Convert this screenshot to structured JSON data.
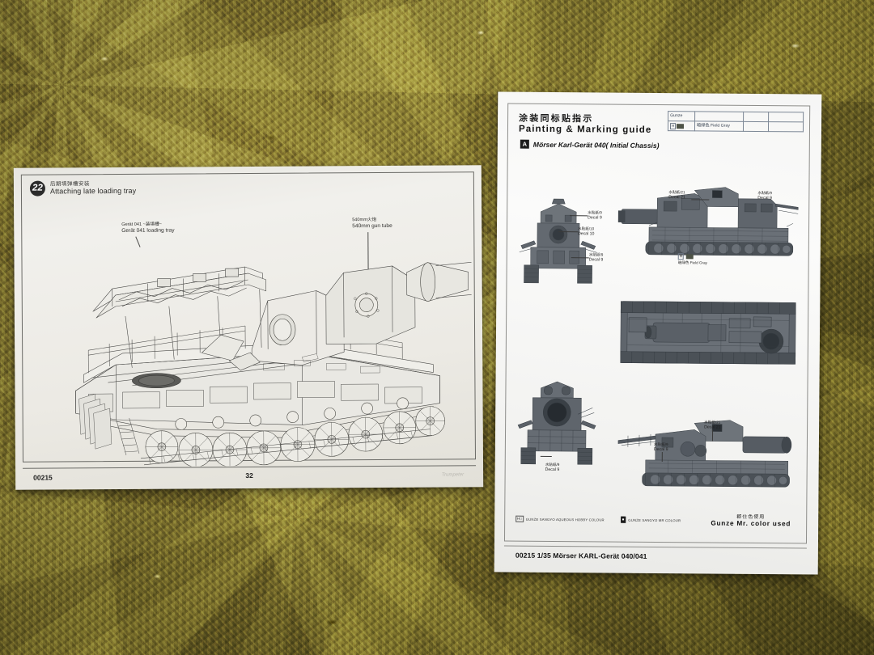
{
  "scene": {
    "description": "Two model-kit instruction sheets lying on an olive shag carpet",
    "background_color": "#8a8247"
  },
  "left_sheet": {
    "name": "assembly-instruction-page",
    "step": {
      "number": "22",
      "title_cn": "后期填弹槽安装",
      "title_en": "Attaching late loading tray"
    },
    "callouts": [
      {
        "cn": "Gerät 041  ~装填槽~",
        "en": "Gerät 041 loading tray"
      },
      {
        "cn": "540mm火炮",
        "en": "540mm gun tube"
      }
    ],
    "footer": {
      "kit_number": "00215",
      "page_number": "32",
      "signature": "Trumpeter"
    }
  },
  "right_sheet": {
    "name": "painting-marking-guide-page",
    "header": {
      "title_cn": "涂装同标贴指示",
      "title_en": "Painting  &  Marking  guide",
      "variant_letter": "A",
      "variant_text": "Mörser Karl-Gerät 040( Initial Chassis)"
    },
    "color_table": {
      "rows": [
        {
          "c1": "Gunze",
          "c2": "",
          "c3": "",
          "c4": ""
        },
        {
          "c1": "H064",
          "c2": "暗绿色 Field Gray",
          "c3": "",
          "c4": ""
        }
      ]
    },
    "field_gray_label": {
      "code": "H064",
      "cn": "暗绿色",
      "en": "Field Gray"
    },
    "decals": [
      {
        "id": "decal-21-top",
        "cn": "水贴纸/21",
        "en": "Decal 21"
      },
      {
        "id": "decal-9-top-right",
        "cn": "水贴纸/9",
        "en": "Decal 9"
      },
      {
        "id": "decal-9-front-upper",
        "cn": "水贴纸/9",
        "en": "Decal 9"
      },
      {
        "id": "decal-10-front",
        "cn": "水贴纸/10",
        "en": "Decal 10"
      },
      {
        "id": "decal-9-front-lower",
        "cn": "水贴纸/9",
        "en": "Decal 9"
      },
      {
        "id": "decal-21-bottom",
        "cn": "水贴纸/21",
        "en": "Decal 21"
      },
      {
        "id": "decal-9-bottom",
        "cn": "水贴纸/9",
        "en": "Decal 9"
      },
      {
        "id": "decal-9-rear",
        "cn": "水贴纸/9",
        "en": "Decal 9"
      }
    ],
    "legend": {
      "aqueous_mark": "H□",
      "aqueous_text": "GUNZE SANGYO AQUEOUS HOBBY COLOUR",
      "mr_mark": "■",
      "mr_text": "GUNZE SANGYO MR COLOUR",
      "used_cn": "郡仕色使用",
      "used_en": "Gunze  Mr.  color  used"
    },
    "footer": {
      "text": "00215 1/35 Mörser KARL-Gerät 040/041"
    }
  },
  "colors": {
    "paper_left": "#ecebe5",
    "paper_right": "#f7f7f5",
    "ink": "#2a2a28",
    "vehicle_gray": "#6b7076",
    "accent_dark": "#1c1c1c"
  }
}
